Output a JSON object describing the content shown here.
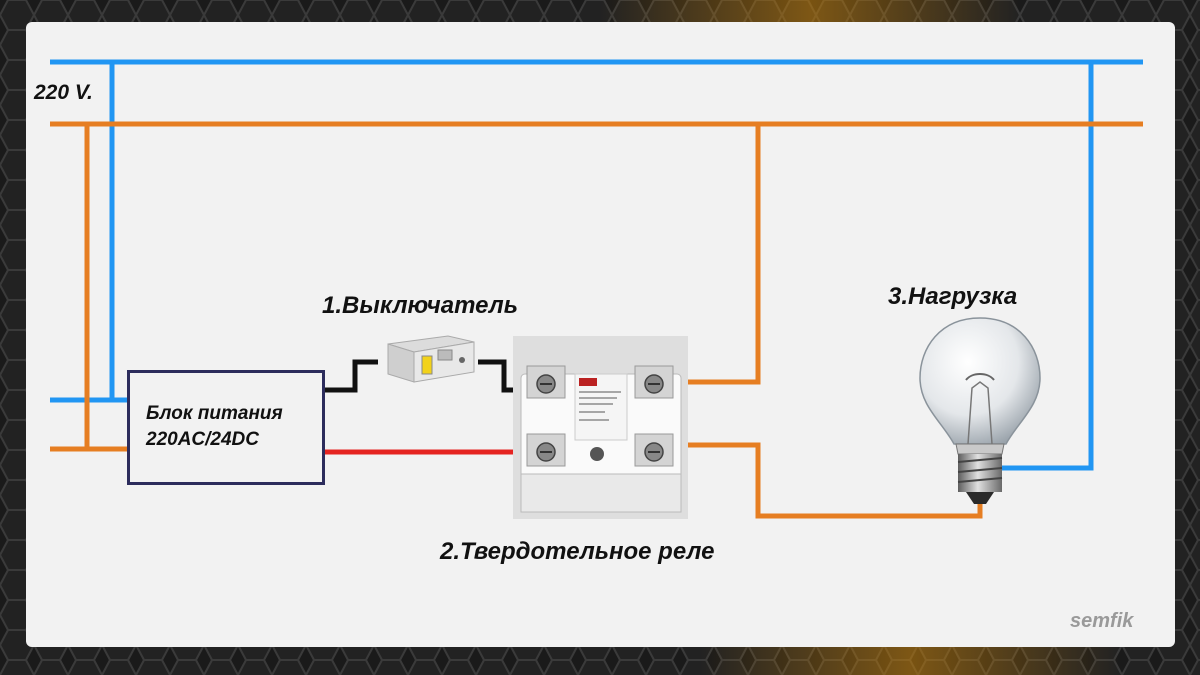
{
  "colors": {
    "phase_wire": "#e67e22",
    "neutral_wire": "#2196f3",
    "dc_positive_wire": "#e52421",
    "dc_negative_wire": "#111111",
    "psu_border": "#2c2c5c",
    "panel_bg": "#f2f2f2"
  },
  "diagram": {
    "voltage_label": "220 V.",
    "switch_label": "1.Выключатель",
    "relay_label": "2.Твердотельное реле",
    "load_label": "3.Нагрузка",
    "psu": {
      "line1": "Блок питания",
      "line2": "220AC/24DC"
    },
    "watermark": "semfik"
  },
  "icons": {
    "switch": "circuit-breaker-icon",
    "relay": "solid-state-relay-icon",
    "load": "light-bulb-icon"
  }
}
